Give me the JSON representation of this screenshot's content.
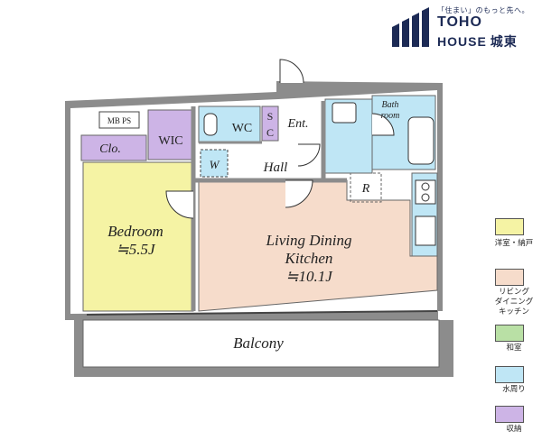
{
  "brand": {
    "tagline": "「住まい」のもっと先へ。",
    "name_line1": "TOHO",
    "name_line2": "HOUSE",
    "name_suffix": "城東"
  },
  "rooms": {
    "mbps": "MB PS",
    "wic": "WIC",
    "closet": "Clo.",
    "wc": "WC",
    "sc_s": "S",
    "sc_c": "C",
    "entrance": "Ent.",
    "bath_line1": "Bath",
    "bath_line2": "room",
    "washer": "W",
    "hall": "Hall",
    "refrigerator": "R",
    "bedroom_name": "Bedroom",
    "bedroom_size": "≒5.5J",
    "ldk_line1": "Living Dining",
    "ldk_line2": "Kitchen",
    "ldk_size": "≒10.1J",
    "balcony": "Balcony"
  },
  "legend": [
    {
      "label": "洋室・納戸",
      "color": "#f5f3a4"
    },
    {
      "label": "リビング\nダイニング\nキッチン",
      "color": "#f6dccb"
    },
    {
      "label": "和室",
      "color": "#b9e0a5"
    },
    {
      "label": "水周り",
      "color": "#bfe6f5"
    },
    {
      "label": "収納",
      "color": "#cdb4e6"
    }
  ],
  "colors": {
    "wall": "#8c8c8c",
    "western_room": "#f5f3a4",
    "ldk": "#f6dccb",
    "water": "#bfe6f5",
    "storage": "#cdb4e6",
    "brand": "#1c2a55"
  }
}
